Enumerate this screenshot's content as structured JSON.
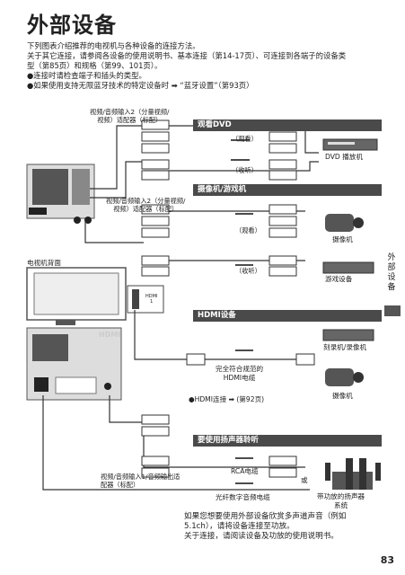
{
  "title": "外部设备",
  "intro": [
    "下列图表介绍推荐的电视机与各种设备的连接方法。",
    "关于其它连接，请参阅各设备的使用说明书、基本连接（第14-17页）、可连接到各端子的设备类",
    "型（第85页）和规格（第99、101页）。",
    "●连接时请检查端子和插头的类型。",
    "●如果使用支持无限蓝牙技术的特定设备时 ➡ “蓝牙设置”（第93页）"
  ],
  "sections": {
    "dvd": "观看DVD",
    "camcorder": "摄像机/游戏机",
    "hdmi": "HDMI设备",
    "speaker": "要使用扬声器聆听"
  },
  "labels": {
    "adapter_top": "视频/音频输入2（分量视频/\n视频）适配器（标配）",
    "adapter_mid": "视频/音频输入2（分量视频/\n视频）适配器（标配）",
    "adapter_bottom": "视频/音频输入1/音频输出适\n配器（标配）",
    "watch1": "（观看）",
    "listen1": "（收听）",
    "watch2": "（观看）",
    "listen2": "（收听）",
    "dvd_player": "DVD 播放机",
    "camcorder": "摄像机",
    "game": "游戏设备",
    "tv_rear": "电视机背面",
    "recorder": "刻录机/录像机",
    "camcorder2": "摄像机",
    "hdmi_cable": "完全符合规范的\nHDMI电缆",
    "hdmi_link": "●HDMI连接 ➡ (第92页)",
    "rca": "RCA电缆",
    "or": "或",
    "optical": "光纤数字音频电缆",
    "amp": "带功放的扬声器\n系统",
    "hdmi_port": "HDMI\n1",
    "tv_logo": "HDMI"
  },
  "bottom_note": "如果您想要使用外部设备欣赏多声道声音（例如5.1ch），请将设备连接至功放。\n关于连接，请阅读设备及功放的使用说明书。",
  "sidebar": "外\n部\n设\n备",
  "page_number": "83"
}
